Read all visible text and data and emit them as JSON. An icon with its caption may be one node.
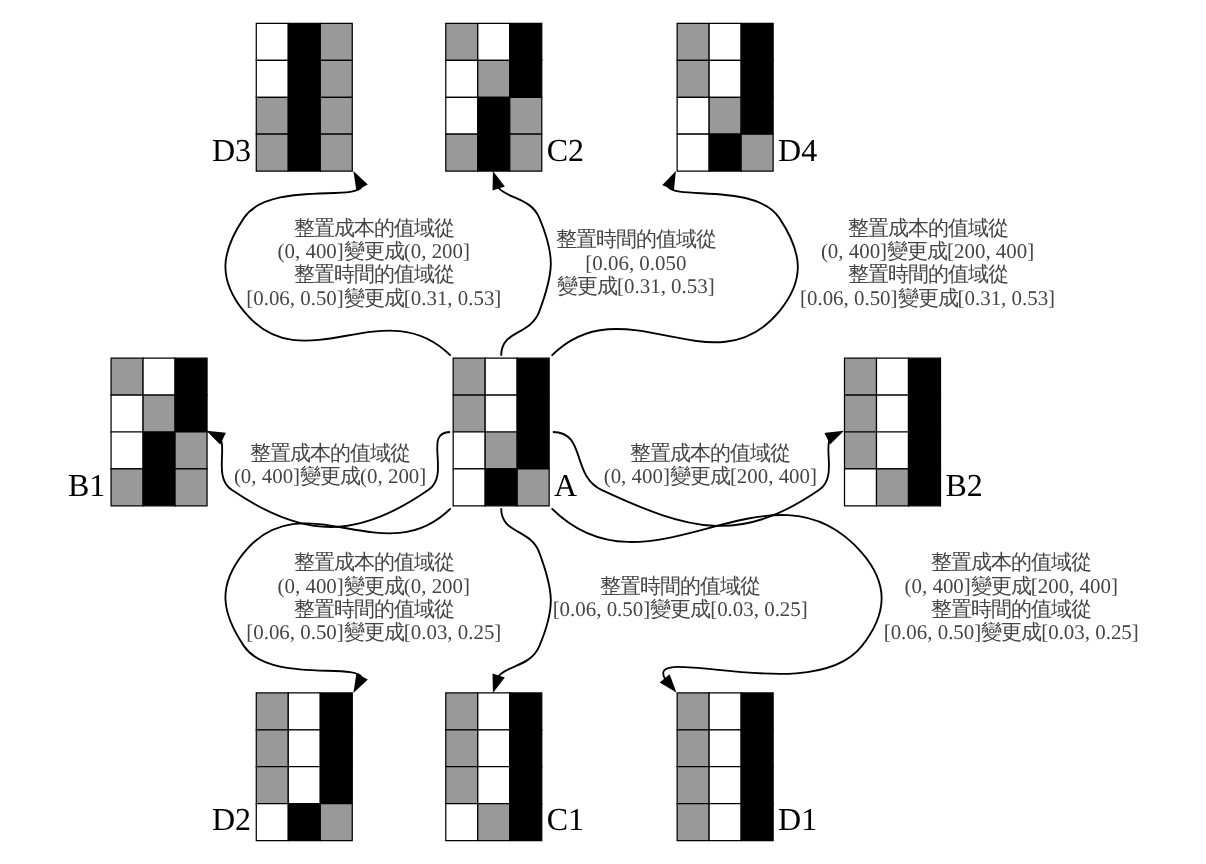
{
  "diagram": {
    "nodes": [
      {
        "text": [],
        "shape": "picture",
        "beside": [
          "D3"
        ]
      },
      {
        "text": [],
        "shape": "picture",
        "beside": [
          "C2"
        ]
      },
      {
        "text": [],
        "shape": "picture",
        "beside": [
          "D4"
        ]
      },
      {
        "text": [],
        "shape": "picture",
        "beside": [
          "B1"
        ]
      },
      {
        "text": [],
        "shape": "picture",
        "beside": [
          "A"
        ]
      },
      {
        "text": [],
        "shape": "picture",
        "beside": [
          "B2"
        ]
      },
      {
        "text": [],
        "shape": "picture",
        "beside": [
          "D2"
        ]
      },
      {
        "text": [],
        "shape": "picture",
        "beside": [
          "C1"
        ]
      },
      {
        "text": [],
        "shape": "picture",
        "beside": [
          "D1"
        ]
      }
    ],
    "edges": [
      {
        "from": 4,
        "to": 0,
        "arrow": "to",
        "label": "整置成本的值域從 (0, 400]變更成(0, 200] 整置時間的值域從 [0.06, 0.50]變更成[0.31, 0.53]"
      },
      {
        "from": 4,
        "to": 1,
        "arrow": "to",
        "label": "整置時間的值域從 [0.06, 0.050 變更成[0.31, 0.53]"
      },
      {
        "from": 4,
        "to": 2,
        "arrow": "to",
        "label": "整置成本的值域從 (0, 400]變更成[200, 400] 整置時間的值域從 [0.06, 0.50]變更成[0.31, 0.53]"
      },
      {
        "from": 4,
        "to": 3,
        "arrow": "to",
        "label": "整置成本的值域從 (0, 400]變更成(0, 200]"
      },
      {
        "from": 4,
        "to": 5,
        "arrow": "to",
        "label": "整置成本的值域從 (0, 400]變更成[200, 400]"
      },
      {
        "from": 4,
        "to": 6,
        "arrow": "to",
        "label": "整置成本的值域從 (0, 400]變更成(0, 200] 整置時間的值域從 [0.06, 0.50]變更成[0.03, 0.25]"
      },
      {
        "from": 4,
        "to": 7,
        "arrow": "to",
        "label": "整置時間的值域從 [0.06, 0.50]變更成[0.03, 0.25]"
      },
      {
        "from": 4,
        "to": 8,
        "arrow": "to",
        "label": "整置成本的值域從 (0, 400]變更成[200, 400] 整置時間的值域從 [0.06, 0.50]變更成[0.03, 0.25]"
      }
    ]
  }
}
